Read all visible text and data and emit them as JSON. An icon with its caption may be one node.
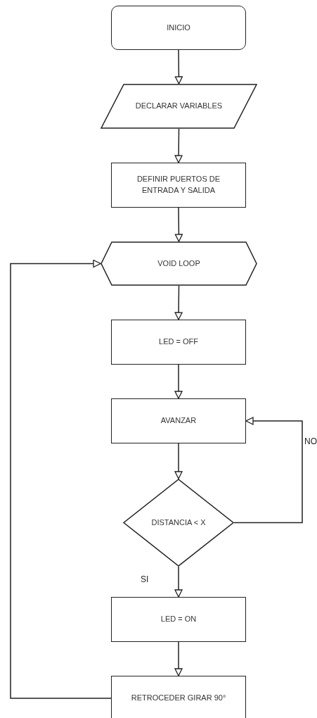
{
  "diagram": {
    "nodes": [
      {
        "text": [
          "INICIO"
        ]
      },
      {
        "text": [
          "DECLARAR VARIABLES"
        ]
      },
      {
        "text": [
          "DEFINIR PUERTOS DE ENTRADA Y SALIDA"
        ]
      },
      {
        "text": [
          "VOID LOOP"
        ]
      },
      {
        "text": [
          "LED = OFF"
        ]
      },
      {
        "text": [
          "AVANZAR"
        ]
      },
      {
        "text": [
          "DISTANCIA < X"
        ]
      },
      {
        "text": [
          "LED = ON"
        ]
      },
      {
        "text": [
          "RETROCEDER GIRAR 90°"
        ]
      }
    ],
    "edges": [
      {
        "from": 0,
        "to": 1,
        "arrow": "to"
      },
      {
        "from": 1,
        "to": 2,
        "arrow": "to"
      },
      {
        "from": 2,
        "to": 3,
        "arrow": "to"
      },
      {
        "from": 3,
        "to": 4,
        "arrow": "to"
      },
      {
        "from": 4,
        "to": 5,
        "arrow": "to"
      },
      {
        "from": 5,
        "to": 6,
        "arrow": "to"
      },
      {
        "from": 6,
        "to": 7,
        "label": "SI",
        "arrow": "to"
      },
      {
        "from": 6,
        "to": 5,
        "label": "NO",
        "arrow": "to"
      },
      {
        "from": 7,
        "to": 8,
        "arrow": "to"
      },
      {
        "from": 8,
        "to": 3,
        "arrow": "to"
      }
    ]
  }
}
